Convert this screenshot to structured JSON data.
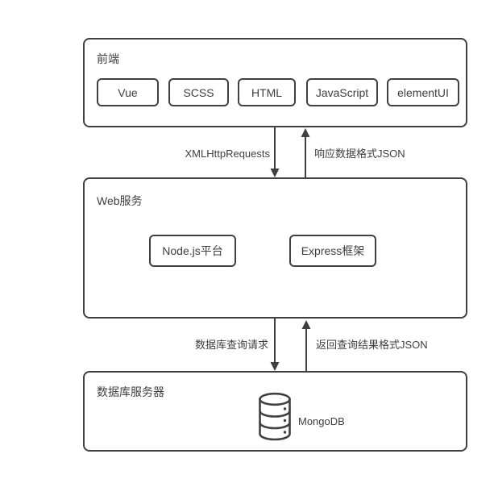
{
  "diagram": {
    "frontend": {
      "title": "前端",
      "items": [
        {
          "label": "Vue"
        },
        {
          "label": "SCSS"
        },
        {
          "label": "HTML"
        },
        {
          "label": "JavaScript"
        },
        {
          "label": "elementUI"
        }
      ]
    },
    "web_service": {
      "title": "Web服务",
      "items": [
        {
          "label": "Node.js平台"
        },
        {
          "label": "Express框架"
        }
      ]
    },
    "database": {
      "title": "数据库服务器",
      "db_label": "MongoDB",
      "db_icon": "database-cylinder-icon"
    },
    "arrows": [
      {
        "direction": "down",
        "from": "前端",
        "to": "Web服务",
        "label": "XMLHttpRequests"
      },
      {
        "direction": "up",
        "from": "Web服务",
        "to": "前端",
        "label": "响应数据格式JSON"
      },
      {
        "direction": "down",
        "from": "Web服务",
        "to": "数据库服务器",
        "label": "数据库查询请求"
      },
      {
        "direction": "up",
        "from": "数据库服务器",
        "to": "Web服务",
        "label": "返回查询结果格式JSON"
      }
    ],
    "colors": {
      "stroke": "#404040",
      "text": "#3f3f41",
      "background": "#ffffff"
    }
  }
}
